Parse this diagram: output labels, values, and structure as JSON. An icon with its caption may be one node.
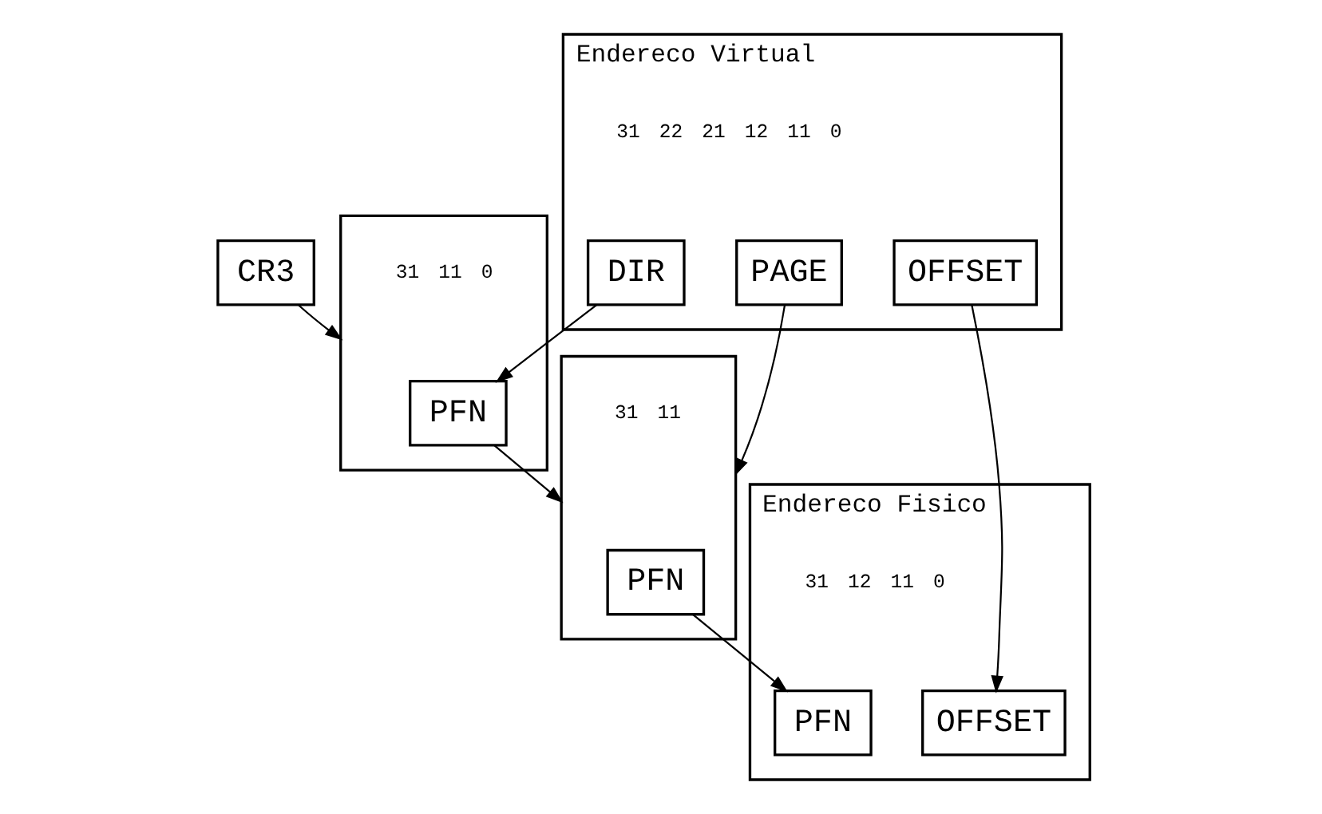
{
  "diagram": {
    "nodes": [
      {
        "text": [
          "CR3"
        ]
      },
      {
        "text": [],
        "shape": "box"
      },
      {
        "text": [
          "PFN"
        ],
        "in": 1
      },
      {
        "text": [],
        "shape": "box"
      },
      {
        "text": [
          "PFN"
        ],
        "in": 3
      },
      {
        "text": [],
        "shape": "box",
        "beside": [
          "Endereco Virtual"
        ]
      },
      {
        "text": [
          "DIR"
        ],
        "in": 5
      },
      {
        "text": [
          "PAGE"
        ],
        "in": 5
      },
      {
        "text": [
          "OFFSET"
        ],
        "in": 5
      },
      {
        "text": [],
        "shape": "box",
        "beside": [
          "Endereco Fisico"
        ]
      },
      {
        "text": [
          "PFN"
        ],
        "in": 9
      },
      {
        "text": [
          "OFFSET"
        ],
        "in": 9
      }
    ],
    "edges": [
      {
        "from": 0,
        "to": 1,
        "arrow": "to"
      },
      {
        "from": 6,
        "to": 2,
        "arrow": "to"
      },
      {
        "from": 2,
        "to": 3,
        "arrow": "to"
      },
      {
        "from": 7,
        "to": 3,
        "arrow": "to"
      },
      {
        "from": 4,
        "to": 10,
        "arrow": "to"
      },
      {
        "from": 8,
        "to": 11,
        "arrow": "to"
      }
    ],
    "labels": [
      "31",
      "11",
      "0",
      "31",
      "11",
      "31",
      "22",
      "21",
      "12",
      "11",
      "0",
      "31",
      "12",
      "11",
      "0"
    ]
  }
}
